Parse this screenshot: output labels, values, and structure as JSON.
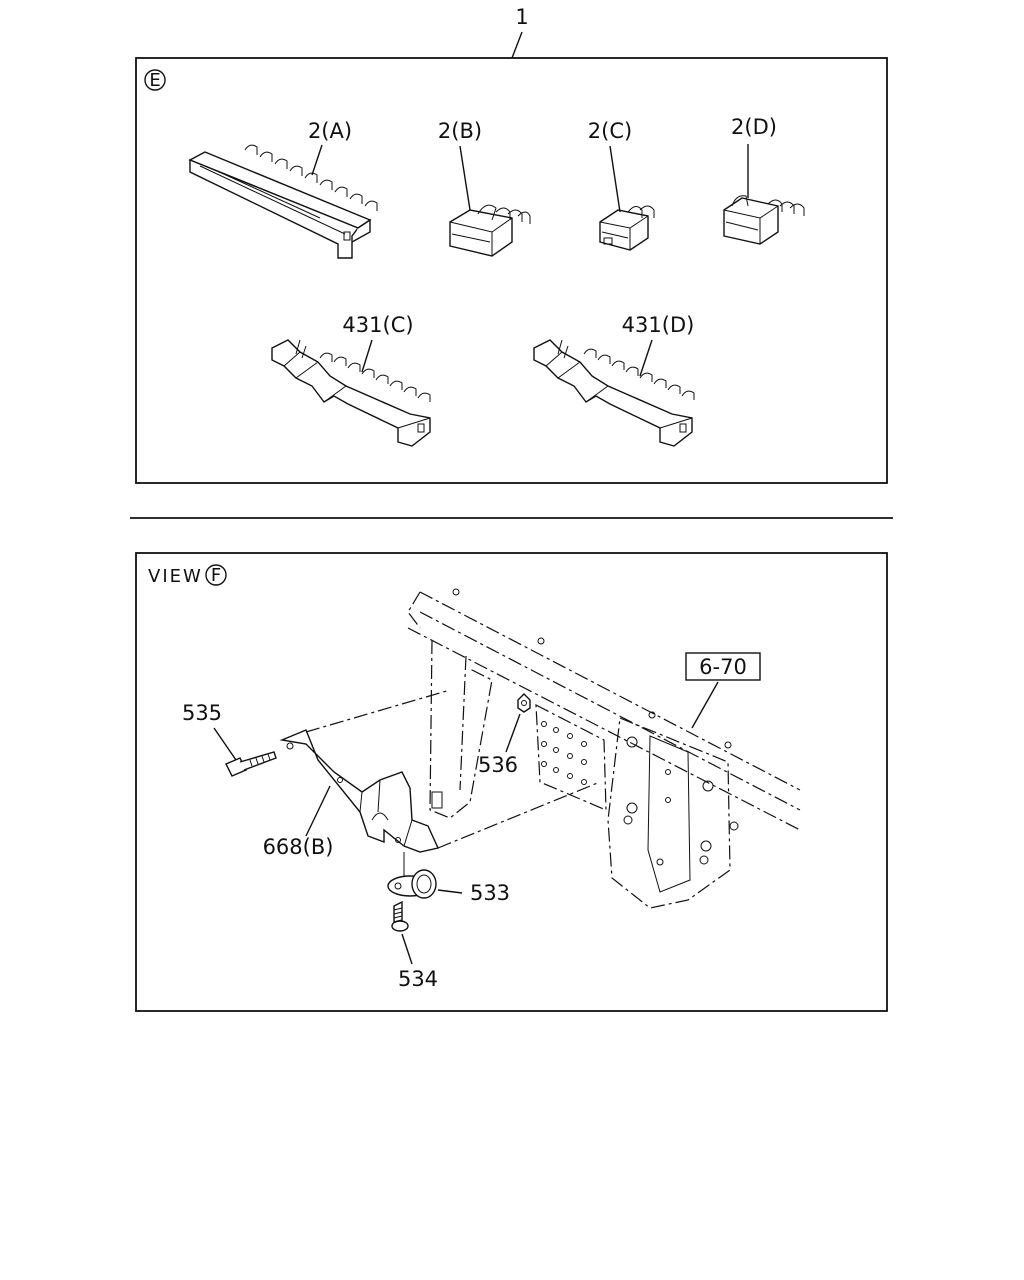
{
  "top_panel": {
    "callout_top": "1",
    "view_marker": "E",
    "labels": {
      "c2a": "2(A)",
      "c2b": "2(B)",
      "c2c": "2(C)",
      "c2d": "2(D)",
      "c431c": "431(C)",
      "c431d": "431(D)"
    }
  },
  "bottom_panel": {
    "view_title": "VIEW",
    "view_marker": "F",
    "ref_box": "6-70",
    "labels": {
      "p535": "535",
      "p536": "536",
      "p668b": "668(B)",
      "p533": "533",
      "p534": "534"
    }
  }
}
